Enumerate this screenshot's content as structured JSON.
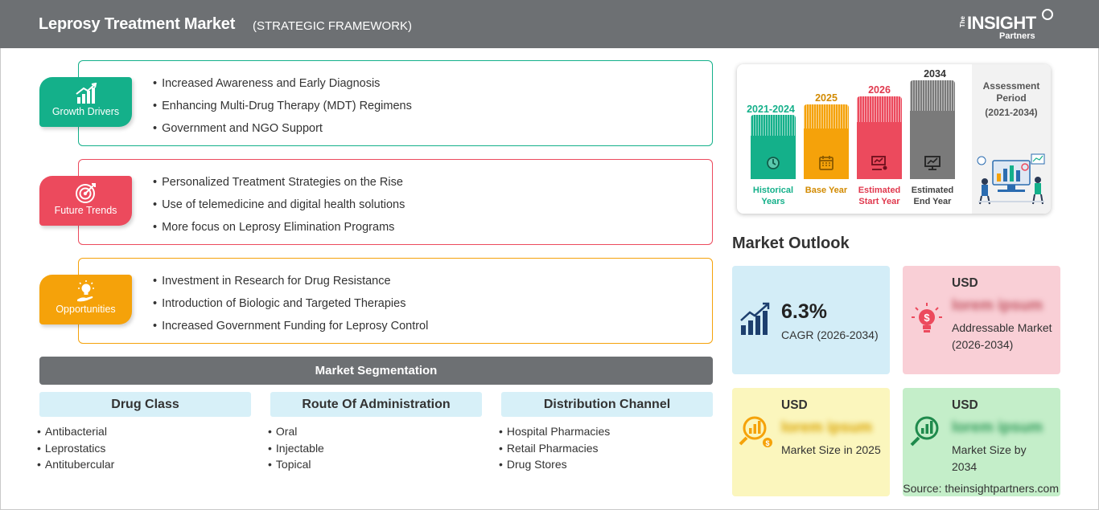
{
  "header": {
    "title": "Leprosy Treatment Market",
    "subtitle": "(STRATEGIC FRAMEWORK)",
    "logo": {
      "the": "The",
      "insight": "INSIGHT",
      "partners": "Partners"
    }
  },
  "framework": {
    "growth_drivers": {
      "label": "Growth Drivers",
      "color": "#14b08a",
      "icon": "bar-chart-icon",
      "items": [
        "Increased Awareness and Early Diagnosis",
        "Enhancing Multi-Drug Therapy (MDT) Regimens",
        "Government and NGO Support"
      ]
    },
    "future_trends": {
      "label": "Future Trends",
      "color": "#ec4a5d",
      "icon": "target-icon",
      "items": [
        "Personalized Treatment Strategies on the Rise",
        "Use of telemedicine and digital health solutions",
        "More focus on Leprosy Elimination Programs"
      ]
    },
    "opportunities": {
      "label": "Opportunities",
      "color": "#f5a20a",
      "icon": "lightbulb-hand-icon",
      "items": [
        "Investment in Research for Drug Resistance",
        "Introduction of Biologic and Targeted Therapies",
        "Increased Government Funding for Leprosy Control"
      ]
    }
  },
  "segmentation": {
    "title": "Market Segmentation",
    "columns": [
      {
        "heading": "Drug Class",
        "items": [
          "Antibacterial",
          "Leprostatics",
          "Antitubercular"
        ]
      },
      {
        "heading": "Route Of Administration",
        "items": [
          "Oral",
          "Injectable",
          "Topical"
        ]
      },
      {
        "heading": "Distribution Channel",
        "items": [
          "Hospital Pharmacies",
          "Retail Pharmacies",
          "Drug Stores"
        ]
      }
    ]
  },
  "timeline": {
    "bars": [
      {
        "year": "2021-2024",
        "caption": "Historical Years",
        "color": "#14b08a",
        "icon": "history-icon"
      },
      {
        "year": "2025",
        "caption": "Base Year",
        "color": "#f5a20a",
        "icon": "calendar-icon"
      },
      {
        "year": "2026",
        "caption": "Estimated Start Year",
        "color": "#ec4a5d",
        "icon": "presentation-icon"
      },
      {
        "year": "2034",
        "caption": "Estimated End Year",
        "color": "#7a7a7a",
        "icon": "monitor-chart-icon"
      }
    ],
    "assessment_label": "Assessment Period",
    "assessment_range": "(2021-2034)"
  },
  "outlook": {
    "title": "Market Outlook",
    "cagr": {
      "value": "6.3%",
      "label": "CAGR (2026-2034)",
      "bg": "#d3edf7"
    },
    "addressable": {
      "usd": "USD",
      "value": "lorem ipsum",
      "label": "Addressable Market (2026-2034)",
      "bg": "#f9cfd6"
    },
    "size_2025": {
      "usd": "USD",
      "value": "lorem ipsum",
      "label": "Market Size in 2025",
      "bg": "#fbf6bd"
    },
    "size_2034": {
      "usd": "USD",
      "value": "lorem ipsum",
      "label": "Market Size by 2034",
      "bg": "#c4eec9"
    }
  },
  "source": "Source: theinsightpartners.com"
}
